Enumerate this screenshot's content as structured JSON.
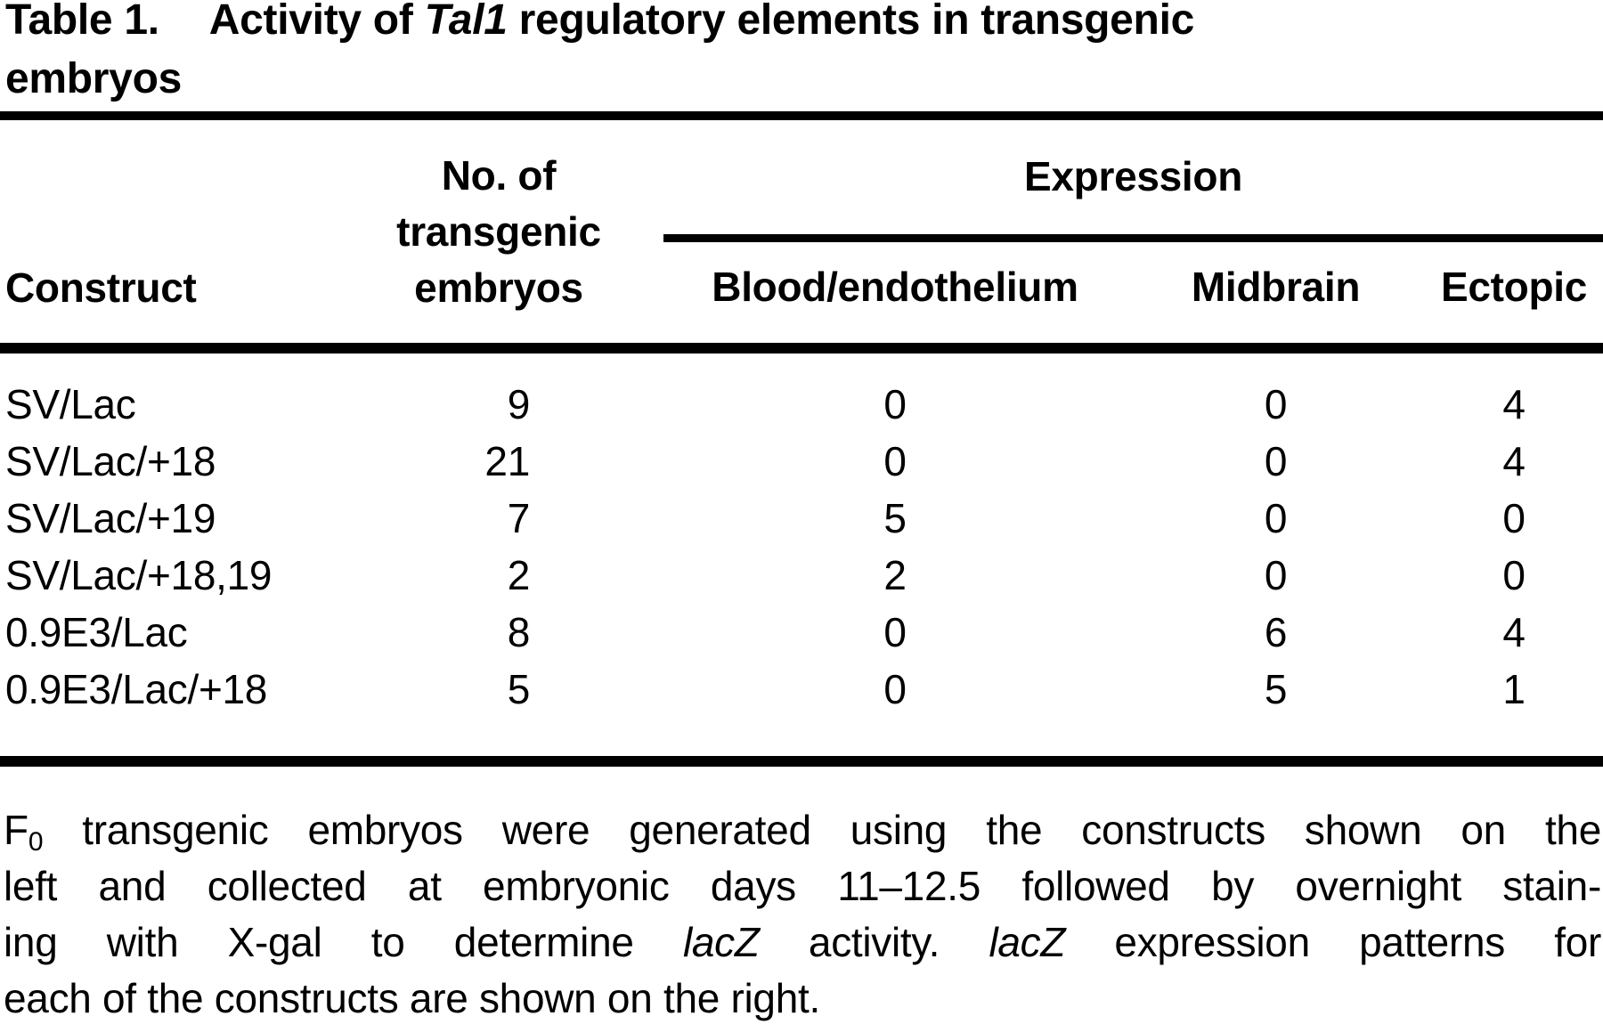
{
  "title": {
    "label": "Table 1.",
    "rest_before_italic": "Activity of ",
    "italic": "Tal1",
    "rest_after_italic": " regulatory elements in transgenic",
    "line2": "embryos"
  },
  "table": {
    "construct_header": "Construct",
    "count_header_lines": [
      "No. of",
      "transgenic",
      "embryos"
    ],
    "expression_header": "Expression",
    "sub_headers": [
      "Blood/endothelium",
      "Midbrain",
      "Ectopic"
    ],
    "rows": [
      {
        "construct": "SV/Lac",
        "n": "9",
        "blood": "0",
        "midbrain": "0",
        "ectopic": "4"
      },
      {
        "construct": "SV/Lac/+18",
        "n": "21",
        "blood": "0",
        "midbrain": "0",
        "ectopic": "4"
      },
      {
        "construct": "SV/Lac/+19",
        "n": "7",
        "blood": "5",
        "midbrain": "0",
        "ectopic": "0"
      },
      {
        "construct": "SV/Lac/+18,19",
        "n": "2",
        "blood": "2",
        "midbrain": "0",
        "ectopic": "0"
      },
      {
        "construct": "0.9E3/Lac",
        "n": "8",
        "blood": "0",
        "midbrain": "6",
        "ectopic": "4"
      },
      {
        "construct": "0.9E3/Lac/+18",
        "n": "5",
        "blood": "0",
        "midbrain": "5",
        "ectopic": "1"
      }
    ]
  },
  "footnote": {
    "line1": {
      "f": "F",
      "sub": "0",
      "rest": " transgenic embryos were generated using the constructs shown on the"
    },
    "line2": "left and collected at embryonic days 11–12.5 followed by overnight stain-",
    "line3": {
      "seg1": "ing with X-gal to determine ",
      "italic1": "lacZ",
      "seg2": " activity. ",
      "italic2": "lacZ",
      "seg3": " expression patterns for"
    },
    "line4": "each of the constructs are shown on the right."
  },
  "colors": {
    "text": "#000000",
    "rule": "#000000",
    "background": "#ffffff"
  }
}
